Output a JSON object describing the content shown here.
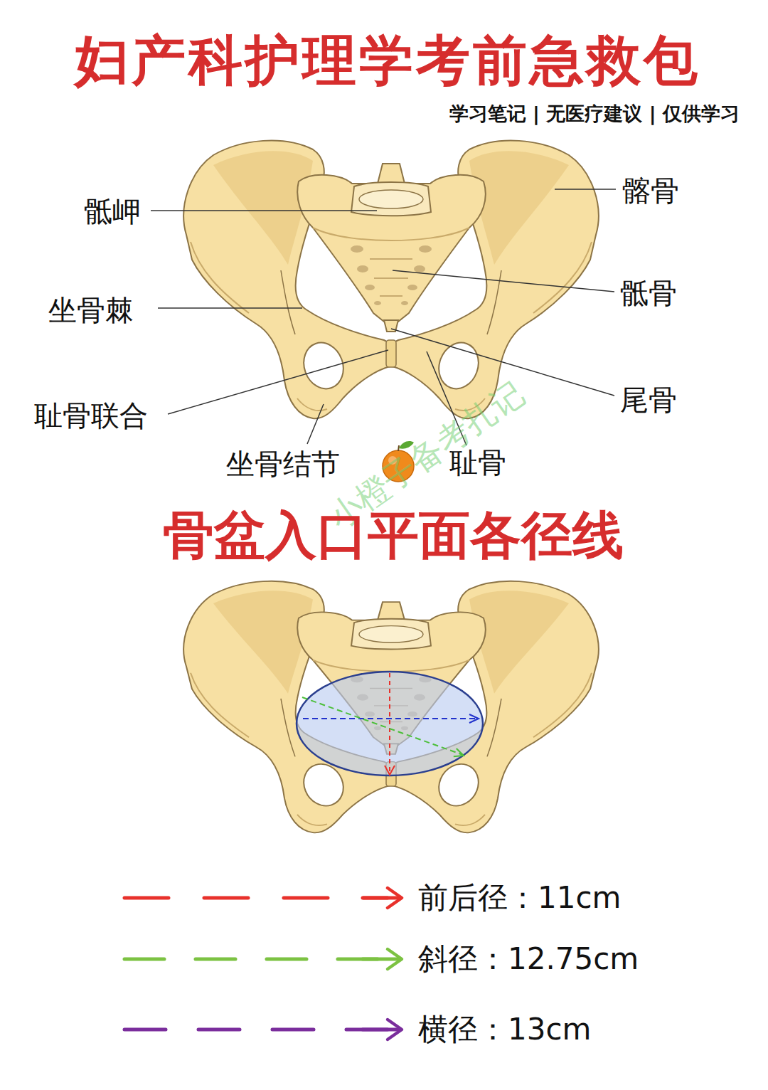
{
  "diagram": {
    "title": "妇产科护理学考前急救包",
    "labels": [
      "学习笔记 | 无医疗建议 | 仅供学习",
      "骶岬",
      "髂骨",
      "坐骨棘",
      "骶骨",
      "尾骨",
      "耻骨联合",
      "坐骨结节",
      "耻骨",
      "骨盆入口平面各径线",
      "小橙子备考扎记"
    ],
    "legend": [
      {
        "text": "前后径：11cm"
      },
      {
        "text": "斜径：12.75cm"
      },
      {
        "text": "横径：13cm"
      }
    ]
  }
}
